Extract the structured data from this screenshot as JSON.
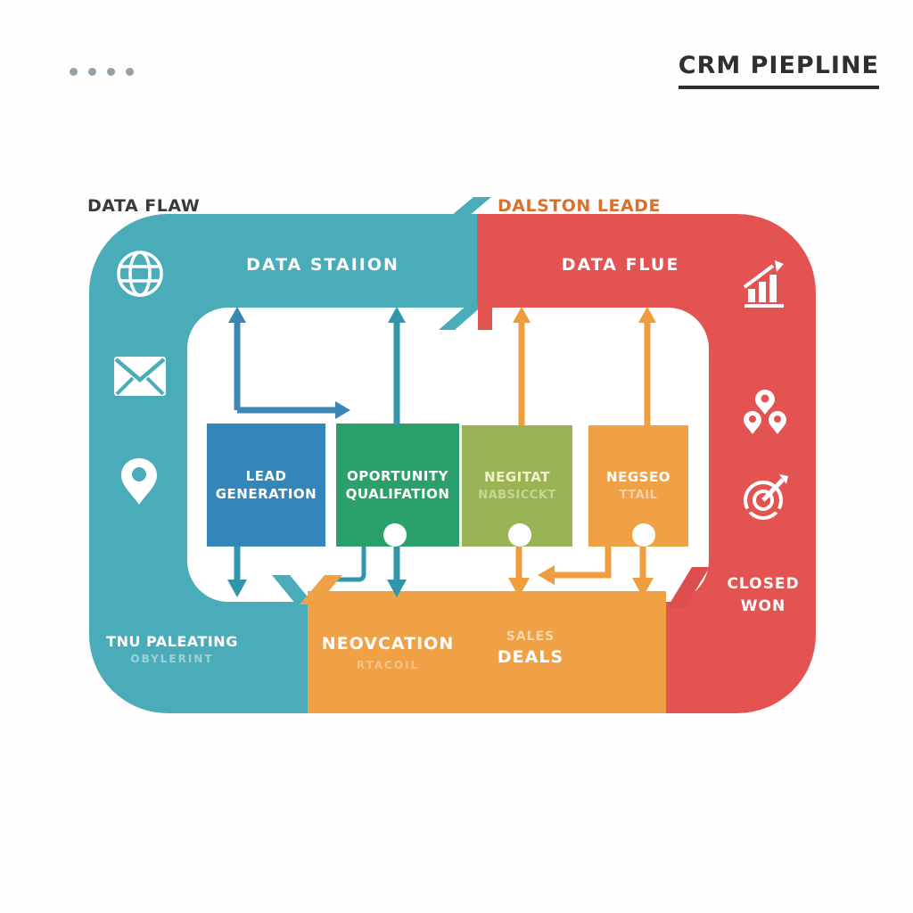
{
  "header": {
    "title": "CRM PIEPLINE",
    "dots_count": 4
  },
  "top_labels": {
    "left": "DATA FLAW",
    "right": "DALSTON LEADE"
  },
  "colors": {
    "teal_section": "#4aacb8",
    "red_section": "#e25352",
    "stage_blue": "#3386ba",
    "stage_green": "#2ba06b",
    "stage_olive": "#9ab355",
    "stage_orange": "#f0a045",
    "arrow_blue": "#3a87b5",
    "arrow_teal": "#2f96ac",
    "arrow_orange": "#f09d3d",
    "label_orange": "#d9712e",
    "title_black": "#2f2f2f",
    "dot_gray": "#93a1ac"
  },
  "teal_section": {
    "heading": "DATA STAIION",
    "icons": [
      "globe-icon",
      "envelope-icon",
      "location-pin-icon"
    ],
    "bottom_label": "TNU PALEATING",
    "bottom_sublabel": "OBYLERINT"
  },
  "red_section": {
    "heading": "DATA FLUE",
    "icons": [
      "growth-chart-icon",
      "map-pins-group-icon",
      "target-dart-icon"
    ],
    "closed_won": [
      "CLOSED",
      "WON"
    ]
  },
  "stages": [
    {
      "line1": "LEAD",
      "line2": "GENERATION",
      "color": "#3386ba",
      "has_dot": false
    },
    {
      "line1": "OPORTUNITY",
      "line2": "QUALIFATION",
      "color": "#2ba06b",
      "has_dot": true
    },
    {
      "line1": "NEGITAT",
      "line2": "NABSICCKT",
      "color": "#9ab355",
      "has_dot": true
    },
    {
      "line1": "NEGSEO",
      "line2": "TTAIL",
      "color": "#f0a045",
      "has_dot": true
    }
  ],
  "bottom_bar": {
    "label": "NEOVCATION",
    "sublabel": "RTACOIL",
    "right_label_top": "SALES",
    "right_label": "DEALS"
  }
}
